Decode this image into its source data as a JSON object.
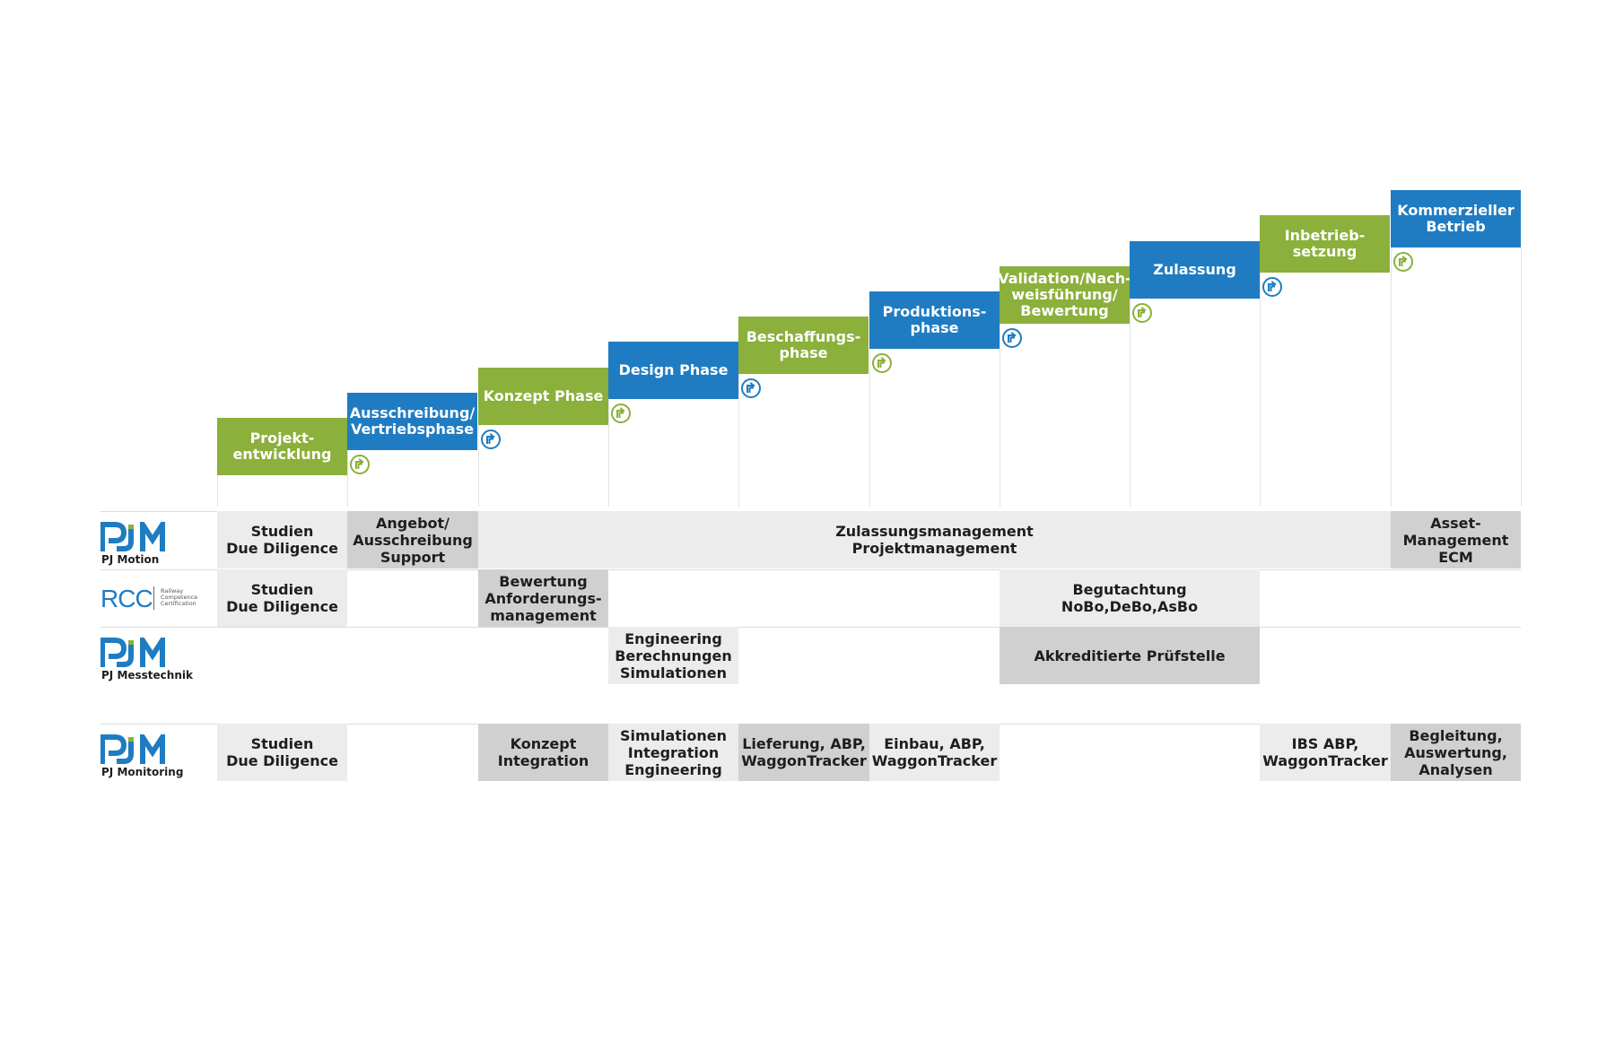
{
  "colors": {
    "green": "#8bb03b",
    "blue": "#1f7cc2",
    "cell_light": "#ececec",
    "cell_dark": "#d0d0d0",
    "text_dark": "#1e1e1e"
  },
  "phases": [
    {
      "label": "Projekt-\nentwicklung",
      "color": "green",
      "icon": "corner-arrow-icon"
    },
    {
      "label": "Ausschreibung/\nVertriebsphase",
      "color": "blue",
      "icon": "corner-arrow-icon"
    },
    {
      "label": "Konzept Phase",
      "color": "green",
      "icon": "corner-arrow-icon"
    },
    {
      "label": "Design Phase",
      "color": "blue",
      "icon": "corner-arrow-icon"
    },
    {
      "label": "Beschaffungs-\nphase",
      "color": "green",
      "icon": "corner-arrow-icon"
    },
    {
      "label": "Produktions-\nphase",
      "color": "blue",
      "icon": "corner-arrow-icon"
    },
    {
      "label": "Validation/Nach-\nweisführung/\nBewertung",
      "color": "green",
      "icon": "corner-arrow-icon"
    },
    {
      "label": "Zulassung",
      "color": "blue",
      "icon": "corner-arrow-icon"
    },
    {
      "label": "Inbetrieb-\nsetzung",
      "color": "green",
      "icon": "corner-arrow-icon"
    },
    {
      "label": "Kommerzieller\nBetrieb",
      "color": "blue",
      "icon": null
    }
  ],
  "rows": [
    {
      "logo": "pjm",
      "caption": "PJ Motion",
      "cells": [
        {
          "start": 0,
          "span": 1,
          "text": "Studien\nDue Diligence",
          "shade": "light"
        },
        {
          "start": 1,
          "span": 1,
          "text": "Angebot/\nAusschreibung\nSupport",
          "shade": "dark"
        },
        {
          "start": 2,
          "span": 7,
          "text": "Zulassungsmanagement\nProjektmanagement",
          "shade": "light"
        },
        {
          "start": 9,
          "span": 1,
          "text": "Asset-\nManagement\nECM",
          "shade": "dark"
        }
      ]
    },
    {
      "logo": "rcc",
      "caption": "",
      "logo_text": "RCC",
      "logo_subtext": "Railway\nCompetence\nCertification",
      "cells": [
        {
          "start": 0,
          "span": 1,
          "text": "Studien\nDue Diligence",
          "shade": "light"
        },
        {
          "start": 2,
          "span": 1,
          "text": "Bewertung\nAnforderungs-\nmanagement",
          "shade": "dark"
        },
        {
          "start": 6,
          "span": 2,
          "text": "Begutachtung\nNoBo,DeBo,AsBo",
          "shade": "light"
        }
      ]
    },
    {
      "logo": "pjm",
      "caption": "PJ Messtechnik",
      "cells": [
        {
          "start": 3,
          "span": 1,
          "text": "Engineering\nBerechnungen\nSimulationen",
          "shade": "light"
        },
        {
          "start": 6,
          "span": 2,
          "text": "Akkreditierte Prüfstelle",
          "shade": "dark"
        }
      ]
    },
    {
      "logo": "pjm",
      "caption": "PJ Monitoring",
      "cells": [
        {
          "start": 0,
          "span": 1,
          "text": "Studien\nDue Diligence",
          "shade": "light"
        },
        {
          "start": 2,
          "span": 1,
          "text": "Konzept\nIntegration",
          "shade": "dark"
        },
        {
          "start": 3,
          "span": 1,
          "text": "Simulationen\nIntegration\nEngineering",
          "shade": "light"
        },
        {
          "start": 4,
          "span": 1,
          "text": "Lieferung, ABP,\nWaggonTracker",
          "shade": "dark"
        },
        {
          "start": 5,
          "span": 1,
          "text": "Einbau, ABP,\nWaggonTracker",
          "shade": "light"
        },
        {
          "start": 8,
          "span": 1,
          "text": "IBS ABP,\nWaggonTracker",
          "shade": "light"
        },
        {
          "start": 9,
          "span": 1,
          "text": "Begleitung,\nAuswertung,\nAnalysen",
          "shade": "dark"
        }
      ]
    }
  ]
}
